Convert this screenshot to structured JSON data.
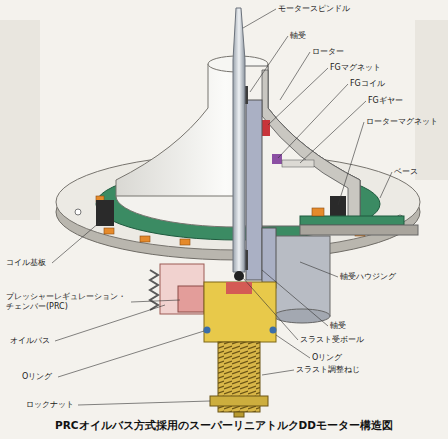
{
  "diagram": {
    "caption": "PRCオイルバス方式採用のスーパーリニアトルクDDモーター構造図",
    "labels": [
      "モータースピンドル",
      "軸受",
      "ローター",
      "FGマグネット",
      "FGコイル",
      "FGギヤー",
      "ローターマグネット",
      "ベース",
      "コイル基板",
      "プレッシャーレギュレーション・チェンバー(PRC)",
      "オイルバス",
      "軸受ハウジング",
      "軸受",
      "スラスト受ボール",
      "Oリング",
      "Oリング",
      "スラスト調整ねじ",
      "ロックナット"
    ]
  }
}
